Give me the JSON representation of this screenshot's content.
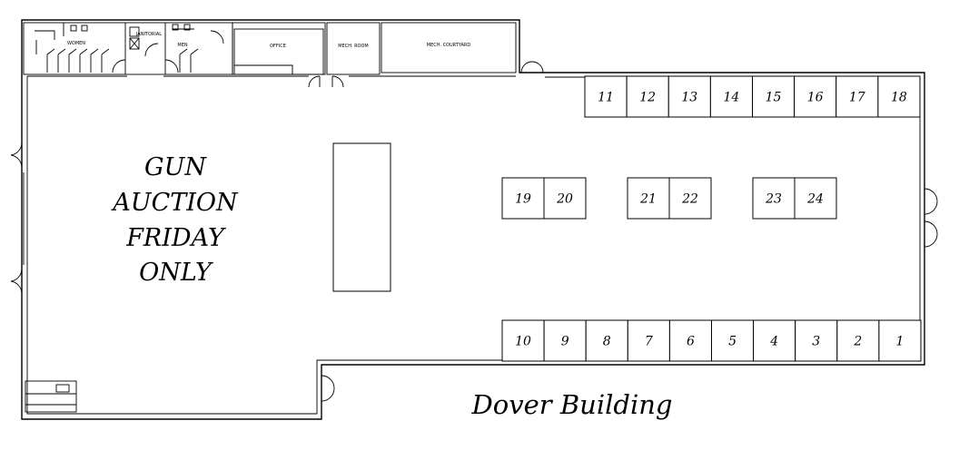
{
  "rooms": {
    "women": "WOMEN",
    "janitorial": "JANITORIAL",
    "men": "MEN",
    "office": "OFFICE",
    "mech_room": "MECH. ROOM",
    "mech_courtyard": "MECH. COURTYARD"
  },
  "banner": {
    "line1": "GUN",
    "line2": "AUCTION",
    "line3": "FRIDAY",
    "line4": "ONLY"
  },
  "building_name": "Dover Building",
  "booths": {
    "top_row": [
      "11",
      "12",
      "13",
      "14",
      "15",
      "16",
      "17",
      "18"
    ],
    "bottom_row": [
      "10",
      "9",
      "8",
      "7",
      "6",
      "5",
      "4",
      "3",
      "2",
      "1"
    ],
    "middle_pairs": [
      [
        "19",
        "20"
      ],
      [
        "21",
        "22"
      ],
      [
        "23",
        "24"
      ]
    ]
  }
}
